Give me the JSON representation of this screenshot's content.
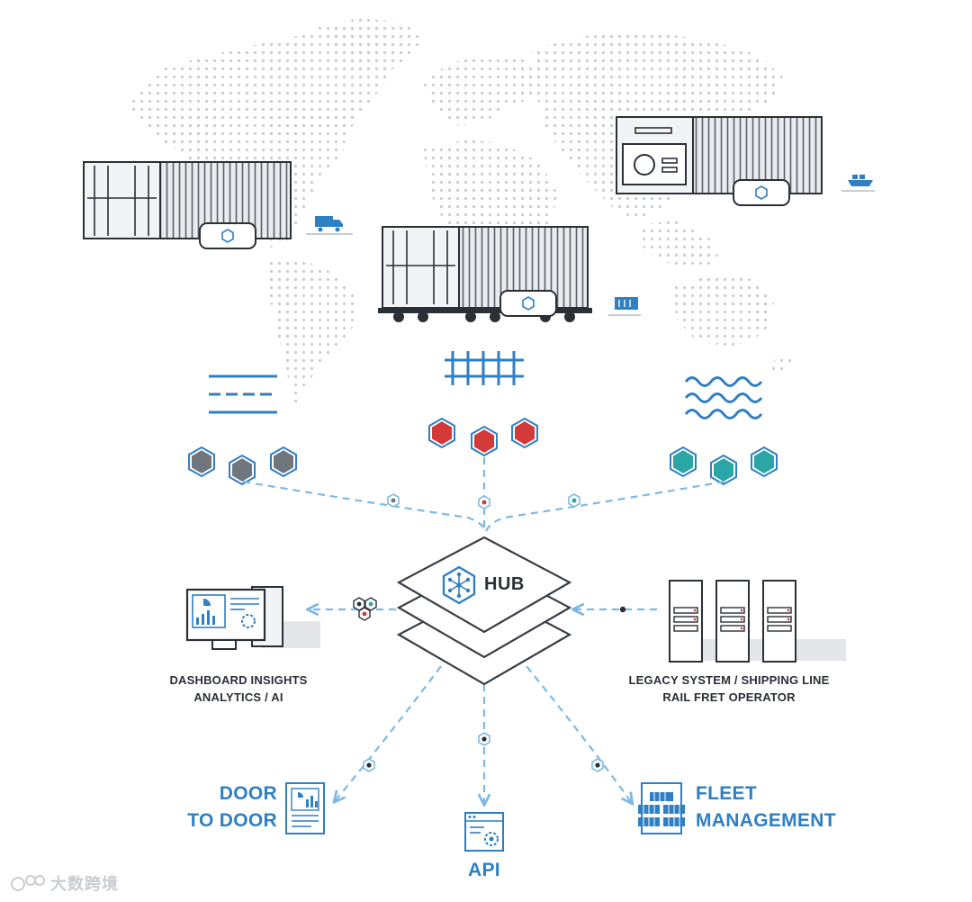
{
  "hub": {
    "label": "HUB"
  },
  "labels": {
    "dashboard_line1": "DASHBOARD INSIGHTS",
    "dashboard_line2": "ANALYTICS / AI",
    "legacy_line1": "LEGACY SYSTEM / SHIPPING LINE",
    "legacy_line2": "RAIL FRET OPERATOR",
    "door_line1": "DOOR",
    "door_line2": "TO DOOR",
    "api": "API",
    "fleet_line1": "FLEET",
    "fleet_line2": "MANAGEMENT"
  },
  "watermark": "大数跨境",
  "colors": {
    "accent_blue": "#2f7fc3",
    "light_blue": "#7fb9e3",
    "dark_outline": "#2b2f36",
    "road_gray": "#6f767e",
    "rail_red": "#d23a3a",
    "sea_teal": "#2aa6a6",
    "map_dot": "#c9cdd2"
  },
  "icons": [
    "truck-icon",
    "train-icon",
    "ship-icon",
    "road-icon",
    "rail-track-icon",
    "waves-icon",
    "hub-network-icon",
    "dashboard-monitor-icon",
    "server-rack-icon",
    "document-chart-icon",
    "api-window-icon",
    "fleet-containers-icon"
  ]
}
